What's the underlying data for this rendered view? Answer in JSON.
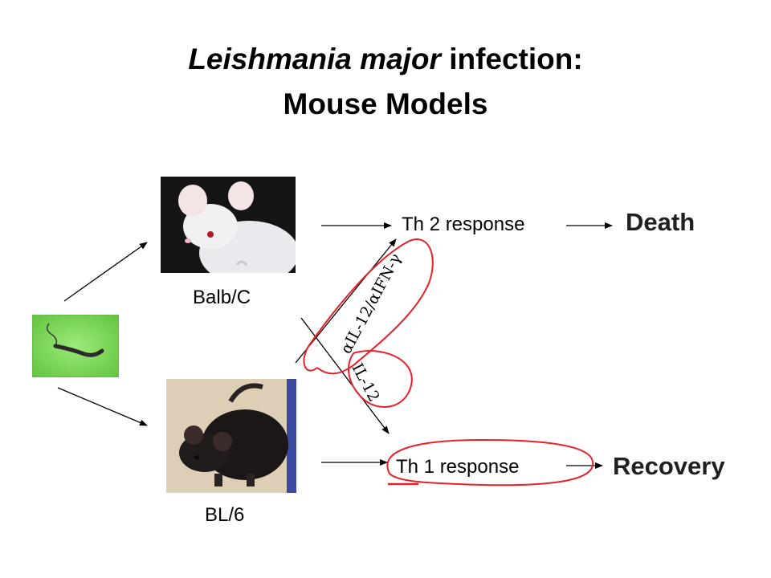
{
  "title": {
    "italic_part": "Leishmania major",
    "rest_line1": " infection:",
    "line2": "Mouse Models"
  },
  "mice": {
    "balb": {
      "label": "Balb/C",
      "icon": "white-mouse-photo"
    },
    "bl6": {
      "label": "BL/6",
      "icon": "black-mouse-photo"
    }
  },
  "parasite": {
    "icon": "leishmania-parasite-micrograph"
  },
  "responses": {
    "th2": "Th 2 response",
    "th1": "Th 1 response"
  },
  "outcomes": {
    "death": "Death",
    "recovery": "Recovery"
  },
  "interventions": {
    "anti": "αIL-12/αIFN-γ",
    "il12": "IL-12"
  },
  "colors": {
    "annotation": "#e8202a",
    "parasite_bg": "#7ed957"
  }
}
